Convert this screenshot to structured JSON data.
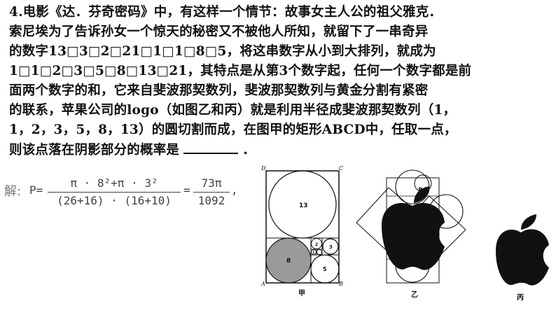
{
  "problem": {
    "lines": [
      "4.电影《达．芬奇密码》中，有这样一个情节：故事女主人公的祖父雅克．",
      "索尼埃为了告诉孙女一个惊天的秘密又不被他人所知，就留下了一串奇异",
      "的数字13□3□2□21□1□1□8□5，将这串数字从小到大排列，就成为",
      "1□1□2□3□5□8□13□21，其特点是从第3个数字起，任何一个数字都是前",
      "面两个数字的和，它来自斐波那契数列，斐波那契数列与黄金分割有紧密",
      "的联系，苹果公司的logo（如图乙和丙）就是利用半径成斐波那契数列（1，",
      "1，2，3，5，8，13）的圆切割而成，在图甲的矩形ABCD中，任取一点，"
    ],
    "last_line_before": "则该点落在阴影部分的概率是",
    "last_line_after": "．"
  },
  "solution": {
    "label": "解:",
    "p_eq": "P=",
    "frac1_num": "π · 8²+π · 3²",
    "frac1_den": "(26+16) · (16+10)",
    "eq": "=",
    "frac2_num": "73π",
    "frac2_den": "1092",
    "comma": ","
  },
  "figures": {
    "jia": {
      "caption": "甲",
      "vertex_A": "A",
      "vertex_B": "B",
      "vertex_C": "C",
      "vertex_D": "D",
      "circle_labels": [
        "13",
        "8",
        "5",
        "3",
        "2",
        "1"
      ]
    },
    "yi": {
      "caption": "乙",
      "circle_labels": [
        "8",
        "8"
      ]
    },
    "bing": {
      "caption": "丙"
    }
  }
}
